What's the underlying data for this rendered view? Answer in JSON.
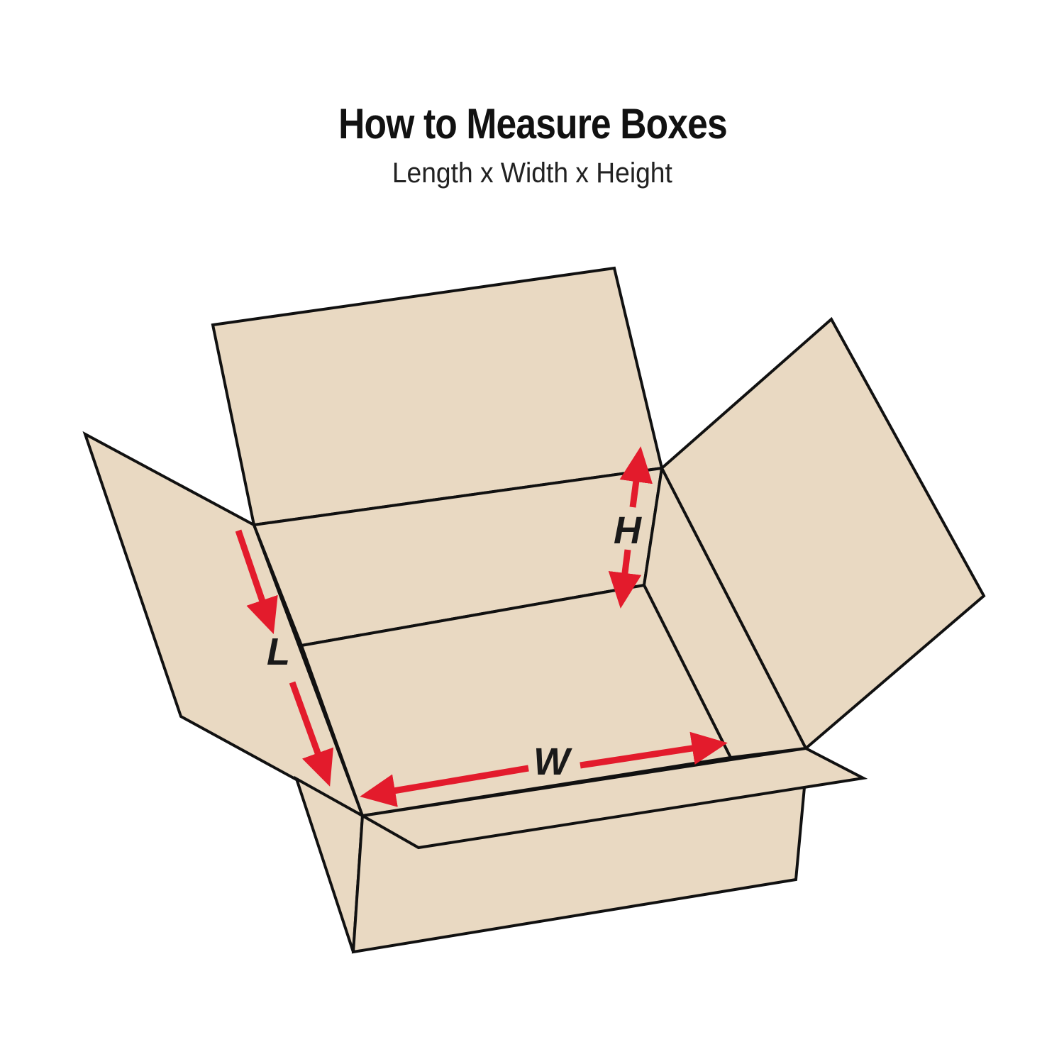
{
  "title": "How to Measure Boxes",
  "subtitle": "Length x Width x Height",
  "labels": {
    "length": "L",
    "width": "W",
    "height": "H"
  },
  "colors": {
    "cardboard": "#e9d9c2",
    "outline": "#111111",
    "arrow": "#e31b2c",
    "background": "#ffffff"
  }
}
